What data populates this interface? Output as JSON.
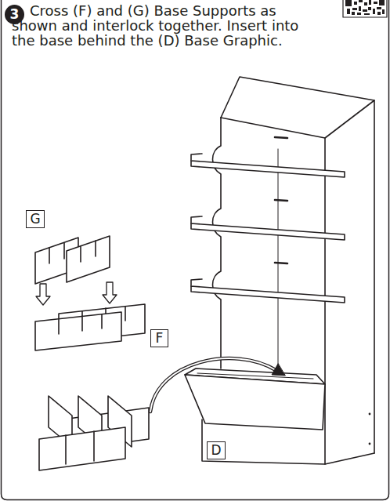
{
  "diagram": {
    "nodes": [
      {
        "text": [
          "3"
        ]
      },
      {
        "text": [
          "G"
        ]
      },
      {
        "text": [
          "F"
        ]
      },
      {
        "text": [
          "D"
        ]
      }
    ],
    "labels": [
      "Cross (F) and (G) Base Supports as shown and interlock together. Insert into the base behind the (D) Base Graphic."
    ]
  }
}
